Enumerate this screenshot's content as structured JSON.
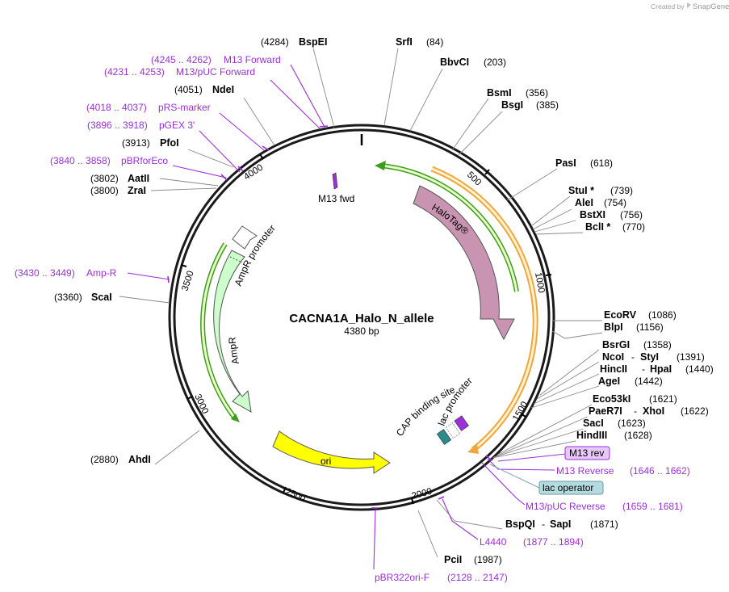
{
  "credit": {
    "created_by": "Created by",
    "brand": "SnapGene"
  },
  "plasmid": {
    "name": "CACNA1A_Halo_N_allele",
    "length": "4380 bp"
  },
  "ticks": [
    "500",
    "1000",
    "1500",
    "2000",
    "2500",
    "3000",
    "3500",
    "4000"
  ],
  "enzymes": [
    {
      "name": "BspEI",
      "pos": "(4284)"
    },
    {
      "name": "SrfI",
      "pos": "(84)"
    },
    {
      "name": "BbvCI",
      "pos": "(203)"
    },
    {
      "name": "BsmI",
      "pos": "(356)"
    },
    {
      "name": "BsgI",
      "pos": "(385)"
    },
    {
      "name": "PasI",
      "pos": "(618)"
    },
    {
      "name": "StuI *",
      "pos": "(739)"
    },
    {
      "name": "AleI",
      "pos": "(754)"
    },
    {
      "name": "BstXI",
      "pos": "(756)"
    },
    {
      "name": "BclI *",
      "pos": "(770)"
    },
    {
      "name": "EcoRV",
      "pos": "(1086)"
    },
    {
      "name": "BlpI",
      "pos": "(1156)"
    },
    {
      "name": "BsrGI",
      "pos": "(1358)"
    },
    {
      "name": "NcoI",
      "name2": "StyI",
      "pos": "(1391)"
    },
    {
      "name": "HincII",
      "name2": "HpaI",
      "pos": "(1440)"
    },
    {
      "name": "AgeI",
      "pos": "(1442)"
    },
    {
      "name": "Eco53kI",
      "pos": "(1621)"
    },
    {
      "name": "PaeR7I",
      "name2": "XhoI",
      "pos": "(1622)"
    },
    {
      "name": "SacI",
      "pos": "(1623)"
    },
    {
      "name": "HindIII",
      "pos": "(1628)"
    },
    {
      "name": "BspQI",
      "name2": "SapI",
      "pos": "(1871)"
    },
    {
      "name": "PciI",
      "pos": "(1987)"
    },
    {
      "name": "AhdI",
      "pos": "(2880)"
    },
    {
      "name": "ScaI",
      "pos": "(3360)"
    },
    {
      "name": "ZraI",
      "pos": "(3800)"
    },
    {
      "name": "AatII",
      "pos": "(3802)"
    },
    {
      "name": "PfoI",
      "pos": "(3913)"
    },
    {
      "name": "NdeI",
      "pos": "(4051)"
    }
  ],
  "primers": [
    {
      "name": "M13 Forward",
      "range": "(4245 .. 4262)"
    },
    {
      "name": "M13/pUC Forward",
      "range": "(4231 .. 4253)"
    },
    {
      "name": "pRS-marker",
      "range": "(4018 .. 4037)"
    },
    {
      "name": "pGEX 3'",
      "range": "(3896 .. 3918)"
    },
    {
      "name": "pBRforEco",
      "range": "(3840 .. 3858)"
    },
    {
      "name": "Amp-R",
      "range": "(3430 .. 3449)"
    },
    {
      "name": "M13 Reverse",
      "range": "(1646 .. 1662)"
    },
    {
      "name": "M13/pUC Reverse",
      "range": "(1659 .. 1681)"
    },
    {
      "name": "L4440",
      "range": "(1877 .. 1894)"
    },
    {
      "name": "pBR322ori-F",
      "range": "(2128 .. 2147)"
    }
  ],
  "boxed": {
    "m13_rev": "M13 rev",
    "lac_operator": "lac operator"
  },
  "features": {
    "halotag": "HaloTag®",
    "ampr": "AmpR",
    "ampr_promoter": "AmpR promoter",
    "ori": "ori",
    "m13_fwd": "M13 fwd",
    "cap_site": "CAP binding site",
    "lac_promoter": "lac promoter"
  },
  "colors": {
    "backbone": "#1a1a1a",
    "primer": "#9b30d9",
    "halotag": "#c994b1",
    "ampr": "#ccffcc",
    "ori": "#ffff00",
    "orf_green": "#3d9b1e",
    "orf_orange": "#f0a63c",
    "lac_operator": "#b3dbe0",
    "m13rev_box": "#e7c9f9"
  }
}
